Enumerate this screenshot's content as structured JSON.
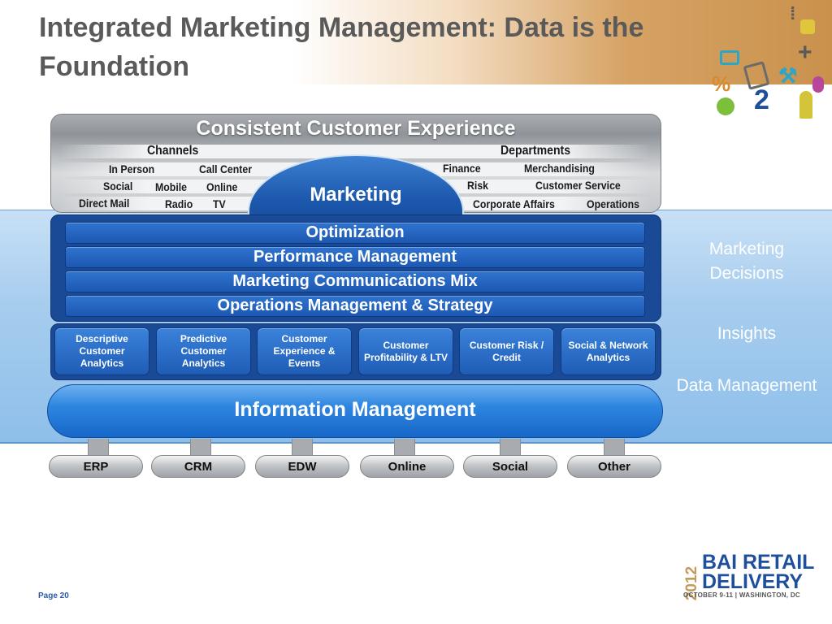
{
  "title": "Integrated Marketing Management: Data is the Foundation",
  "cce_title": "Consistent Customer Experience",
  "channels": {
    "header": "Channels",
    "items": [
      "In Person",
      "Call Center",
      "Social",
      "Mobile",
      "Online",
      "Direct Mail",
      "Radio",
      "TV"
    ]
  },
  "departments": {
    "header": "Departments",
    "items": [
      "Finance",
      "Merchandising",
      "Risk",
      "Customer Service",
      "Corporate Affairs",
      "Operations"
    ]
  },
  "marketing": "Marketing",
  "decision_layers": [
    "Optimization",
    "Performance Management",
    "Marketing Communications Mix",
    "Operations Management & Strategy"
  ],
  "analytics": [
    "Descriptive Customer Analytics",
    "Predictive Customer Analytics",
    "Customer Experience & Events",
    "Customer Profitability & LTV",
    "Customer Risk / Credit",
    "Social & Network Analytics"
  ],
  "information_management": "Information Management",
  "side_labels": {
    "marketing_decisions": "Marketing Decisions",
    "insights": "Insights",
    "data_management": "Data Management"
  },
  "sources": [
    "ERP",
    "CRM",
    "EDW",
    "Online",
    "Social",
    "Other"
  ],
  "page": "Page 20",
  "logo": {
    "year": "2012",
    "brand": "BAI RETAIL",
    "brand2": "DELIVERY",
    "date": "OCTOBER 9-11 | WASHINGTON, DC"
  },
  "colors": {
    "dark_blue": "#1a4a96",
    "bright_blue": "#2e86e0",
    "title_gray": "#5a5a5a",
    "gold": "#c9914c"
  }
}
